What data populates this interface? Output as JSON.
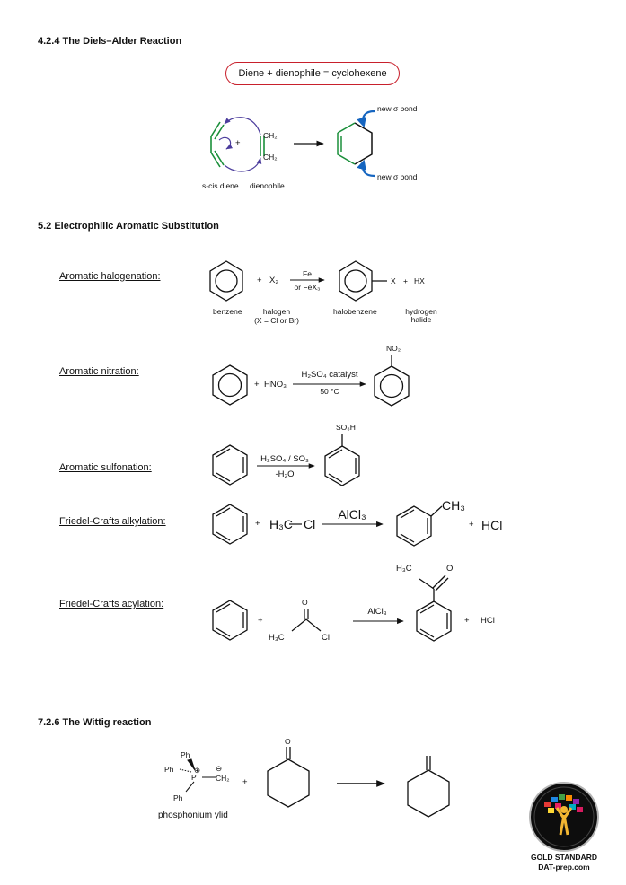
{
  "diels_alder": {
    "heading": "4.2.4 The Diels–Alder Reaction",
    "summary": "Diene + dienophile = cyclohexene",
    "plus": "+",
    "ch2_top": "CH₂",
    "ch2_bottom": "CH₂",
    "diene_label": "s-cis diene",
    "dienophile_label": "dienophile",
    "new_bond_top": "new σ bond",
    "new_bond_bottom": "new σ bond"
  },
  "eas": {
    "heading": "5.2  Electrophilic Aromatic Substitution",
    "halogenation": {
      "label": "Aromatic halogenation:",
      "plus1": "+",
      "reagent": "X₂",
      "catalyst_top": "Fe",
      "catalyst_bottom": "or FeX₃",
      "substituent": "X",
      "plus2": "+",
      "byproduct": "HX",
      "benzene_label": "benzene",
      "halogen_label": "halogen",
      "halogen_note": "(X = Cl or Br)",
      "product_label": "halobenzene",
      "byproduct_label_1": "hydrogen",
      "byproduct_label_2": "halide"
    },
    "nitration": {
      "label": "Aromatic nitration:",
      "plus": "+",
      "reagent": "HNO₃",
      "catalyst_top": "H₂SO₄ catalyst",
      "catalyst_bottom": "50 °C",
      "substituent": "NO₂"
    },
    "sulfonation": {
      "label": "Aromatic sulfonation:",
      "reagent_top": "H₂SO₄ / SO₃",
      "reagent_bottom": "-H₂O",
      "substituent": "SO₃H"
    },
    "alkylation": {
      "label": "Friedel-Crafts alkylation:",
      "plus1": "+",
      "reagent_left": "H₃C",
      "reagent_right": "Cl",
      "catalyst": "AlCl₃",
      "substituent": "CH₃",
      "plus2": "+",
      "byproduct": "HCl"
    },
    "acylation": {
      "label": "Friedel-Crafts acylation:",
      "plus1": "+",
      "oxygen": "O",
      "methyl": "H₃C",
      "chlorine": "Cl",
      "catalyst": "AlCl₃",
      "product_methyl": "H₃C",
      "product_oxygen": "O",
      "plus2": "+",
      "byproduct": "HCl"
    }
  },
  "wittig": {
    "heading": "7.2.6  The Wittig reaction",
    "ph_top": "Ph",
    "ph_left": "Ph",
    "ph_bottom": "Ph",
    "phosphorus": "P",
    "plus_charge": "⊕",
    "minus_charge": "⊖",
    "ch2": "CH₂",
    "ylid_label": "phosphonium ylid",
    "plus": "+",
    "oxygen": "O"
  },
  "logo": {
    "line1": "GOLD STANDARD",
    "line2": "DAT-prep.com"
  },
  "colors": {
    "summary_border": "#c8202c",
    "diene_green": "#1a8f3a",
    "arrow_purple": "#4b3c9c",
    "bond_arrow_blue": "#1565c0"
  }
}
